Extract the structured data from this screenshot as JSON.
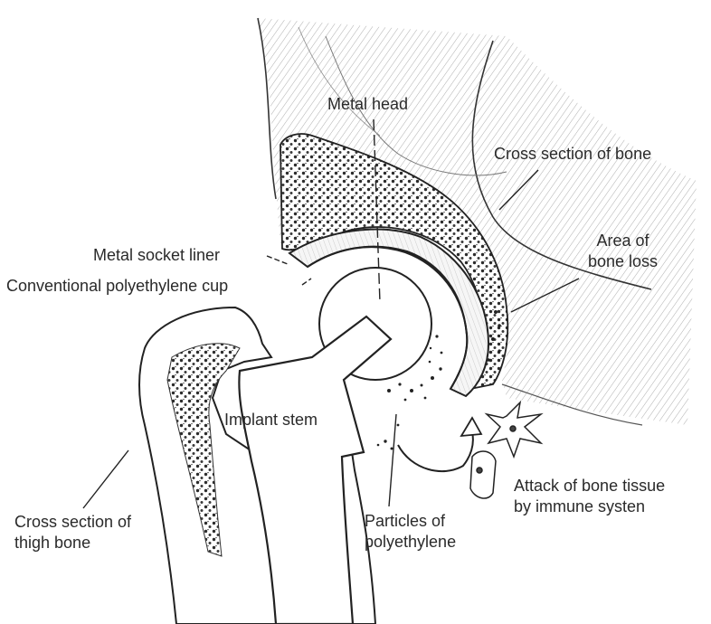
{
  "labels": {
    "metal_head": "Metal head",
    "cross_section_bone": "Cross section of bone",
    "area_bone_loss": [
      "Area of",
      "bone loss"
    ],
    "metal_socket_liner": "Metal socket liner",
    "poly_cup": "Conventional polyethylene cup",
    "implant_stem": "Implant stem",
    "cross_section_thigh": [
      "Cross section of",
      "thigh bone"
    ],
    "particles": [
      "Particles of",
      "polyethylene"
    ],
    "immune_attack": [
      "Attack of bone tissue",
      "by immune systen"
    ]
  }
}
